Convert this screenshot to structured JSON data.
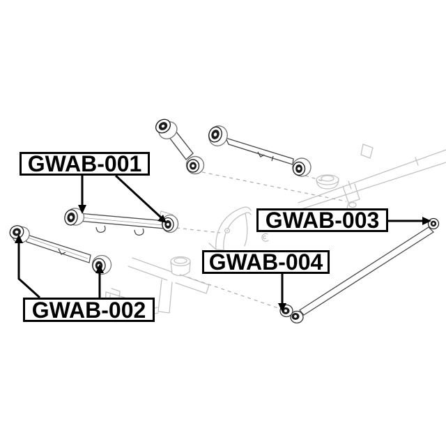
{
  "page": {
    "type": "auto-parts-exploded-diagram",
    "background": "#ffffff"
  },
  "palette": {
    "leader_line": "#000000",
    "arm_line": "#4a4a4a",
    "bushing_fill": "#1b1b1b",
    "context_line": "#c2c2c2",
    "dashed_guide": "#b0b0b0",
    "label_border": "#000000",
    "label_background": "#ffffff",
    "label_text": "#000000"
  },
  "labels": [
    {
      "text": "GWAB-001",
      "target": "upper-short-arm-bushings"
    },
    {
      "text": "GWAB-002",
      "target": "trailing-arm-bushings"
    },
    {
      "text": "GWAB-003",
      "target": "lateral-rod-outer-bushing"
    },
    {
      "text": "GWAB-004",
      "target": "lateral-rod-inner-bushing"
    }
  ],
  "components": [
    "upper-control-arm-short",
    "upper-control-arm-long",
    "lateral-rod-with-lugs",
    "trailing-arm",
    "panhard-rod",
    "rear-axle-context-drawing"
  ]
}
